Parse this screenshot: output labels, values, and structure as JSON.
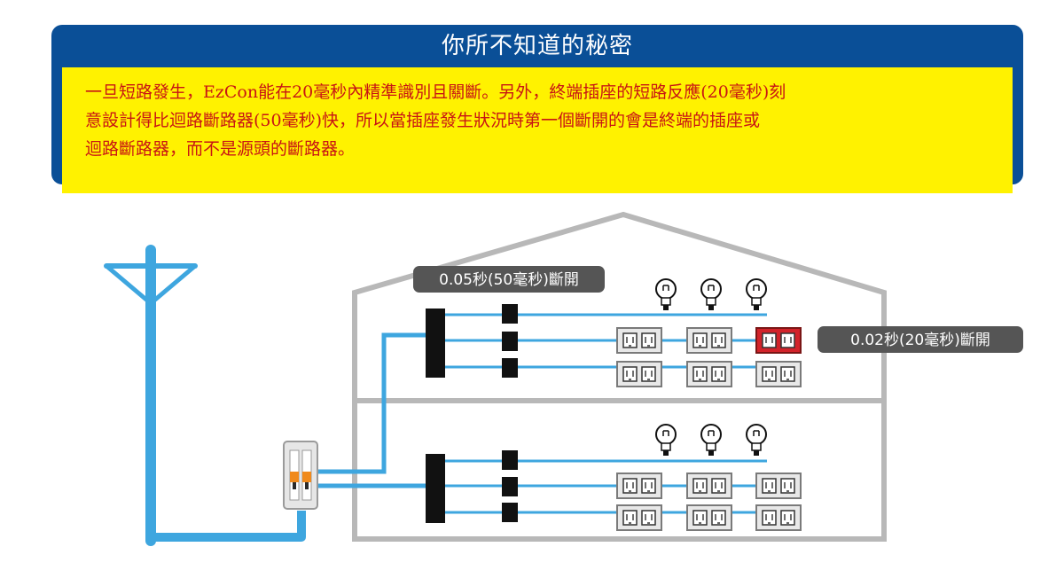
{
  "panel": {
    "title": "你所不知道的秘密",
    "paragraph": [
      "一旦短路發生，EzCon能在20毫秒內精準識別且關斷。另外，終端插座的短路反應(20毫秒)刻",
      "意設計得比迴路斷路器(50毫秒)快，所以當插座發生狀況時第一個斷開的會是終端的插座或",
      "迴路斷路器，而不是源頭的斷路器。"
    ]
  },
  "callouts": {
    "circuit_breaker": "0.05秒(50毫秒)斷開",
    "outlet": "0.02秒(20毫秒)斷開"
  },
  "colors": {
    "panel_blue": "#0a4f97",
    "panel_yellow": "#fff200",
    "panel_text": "#c81414",
    "wire": "#3ea6df",
    "house_outline": "#b8b8b8",
    "callout_bg": "#555555",
    "tripped_outlet": "#d2232a"
  },
  "icons": [
    "utility-pole-icon",
    "main-breaker-icon",
    "bulb-icon",
    "outlet-icon"
  ]
}
